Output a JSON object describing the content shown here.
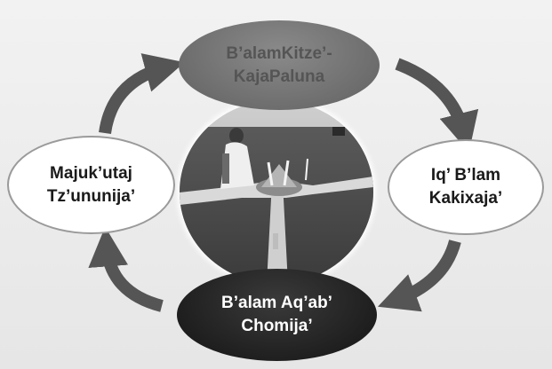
{
  "diagram": {
    "nodes": {
      "top": {
        "line1": "B’alamKitze’-",
        "line2": "KajaPaluna"
      },
      "right": {
        "line1": "Iq’ B’lam",
        "line2": "Kakixaja’"
      },
      "bottom": {
        "line1": "B’alam Aq’ab’",
        "line2": "Chomija’"
      },
      "left": {
        "line1": "Majuk’utaj",
        "line2": "Tz’ununija’"
      }
    },
    "center_image": "photo-ceremony",
    "cycle_direction": "clockwise"
  }
}
